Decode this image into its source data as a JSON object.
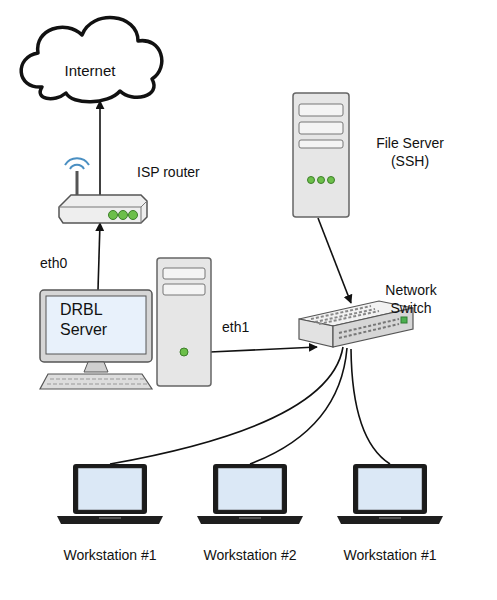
{
  "diagram": {
    "nodes": [
      {
        "text": [
          "Internet"
        ]
      },
      {
        "text": [
          "ISP router"
        ]
      },
      {
        "text": [
          "File Server (SSH)"
        ]
      },
      {
        "text": [
          "Network Switch"
        ]
      },
      {
        "text": [
          "DRBL Server"
        ]
      },
      {
        "text": [
          "Workstation #1"
        ]
      },
      {
        "text": [
          "Workstation #2"
        ]
      },
      {
        "text": [
          "Workstation #1"
        ]
      }
    ],
    "edges": [
      {
        "from": 4,
        "to": 1,
        "arrow": "to",
        "label": "eth0"
      },
      {
        "from": 1,
        "to": 0,
        "arrow": "to"
      },
      {
        "from": 4,
        "to": 3,
        "arrow": "to",
        "label": "eth1"
      },
      {
        "from": 2,
        "to": 3,
        "arrow": "to"
      },
      {
        "from": 3,
        "to": 5,
        "arrow": "none"
      },
      {
        "from": 3,
        "to": 6,
        "arrow": "none"
      },
      {
        "from": 3,
        "to": 7,
        "arrow": "none"
      }
    ]
  }
}
